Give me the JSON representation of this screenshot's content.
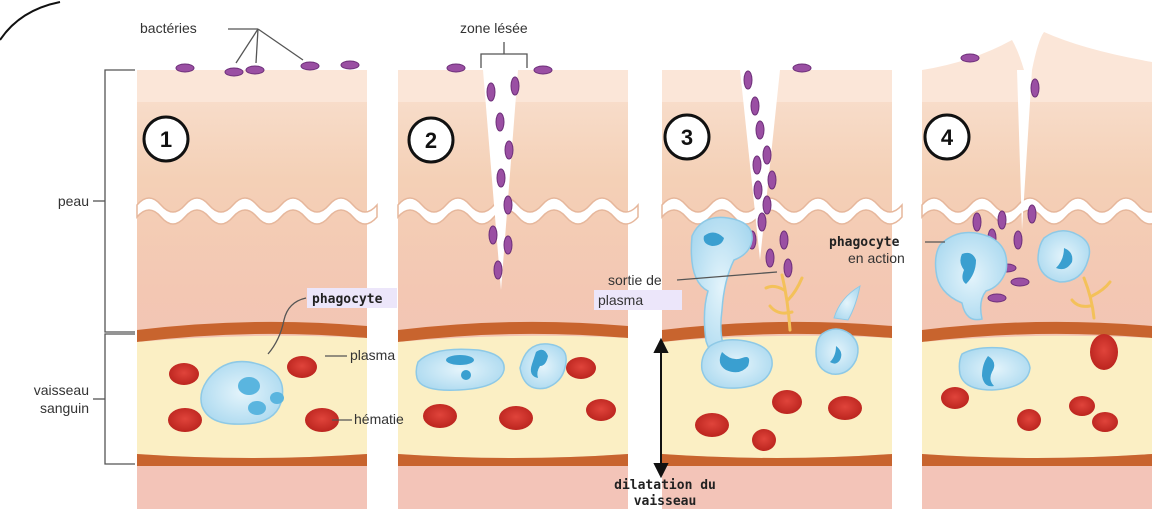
{
  "labels": {
    "bacteries": "bactéries",
    "zone_lesee": "zone lésée",
    "peau": "peau",
    "vaisseau_line1": "vaisseau",
    "vaisseau_line2": "sanguin",
    "phagocyte": "phagocyte",
    "plasma": "plasma",
    "hematie": "hématie",
    "sortie_line1": "sortie de",
    "sortie_line2": "plasma",
    "phagocyte_action_line1": "phagocyte",
    "phagocyte_action_line2": "en action",
    "dilatation_line1": "dilatation du",
    "dilatation_line2": "vaisseau"
  },
  "panels": [
    {
      "number": "1"
    },
    {
      "number": "2"
    },
    {
      "number": "3"
    },
    {
      "number": "4"
    }
  ],
  "colors": {
    "skin_top": "#f7d9c6",
    "skin_mid": "#f2c8ae",
    "dermis": "#f1c1b8",
    "vessel_wall": "#c8642e",
    "plasma": "#fbefc4",
    "hematie": "#d3302a",
    "bacteria": "#9a4fa3",
    "phagocyte": "#bfe3f5",
    "phagocyte_nucleus": "#3a9fd0",
    "highlight": "#ece6fa"
  }
}
